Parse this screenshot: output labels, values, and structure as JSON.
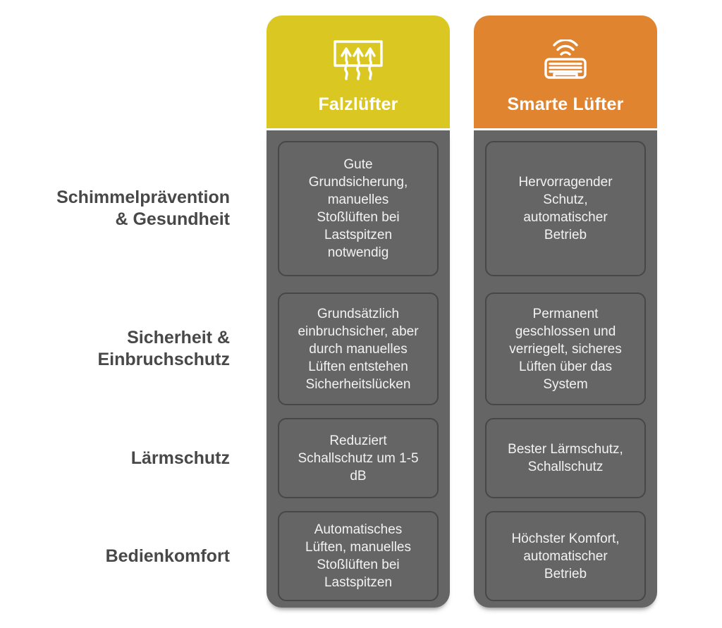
{
  "rows": [
    {
      "label": "Schimmelprävention\n& Gesundheit"
    },
    {
      "label": "Sicherheit &\nEinbruchschutz"
    },
    {
      "label": "Lärmschutz"
    },
    {
      "label": "Bedienkomfort"
    }
  ],
  "columns": [
    {
      "title": "Falzlüfter",
      "icon": "tilt-window-airflow-icon",
      "header_color": "#dbc722",
      "cells": [
        "Gute\nGrundsicherung,\nmanuelles\nStoßlüften bei\nLastspitzen\nnotwendig",
        "Grundsätzlich\neinbruchsicher, aber\ndurch manuelles\nLüften entstehen\nSicherheitslücken",
        "Reduziert\nSchallschutz um 1-5\ndB",
        "Automatisches\nLüften, manuelles\nStoßlüften bei\nLastspitzen"
      ]
    },
    {
      "title": "Smarte Lüfter",
      "icon": "smart-ventilation-unit-wifi-icon",
      "header_color": "#e08430",
      "cells": [
        "Hervorragender\nSchutz,\nautomatischer\nBetrieb",
        "Permanent\ngeschlossen und\nverriegelt, sicheres\nLüften über das\nSystem",
        "Bester Lärmschutz,\nSchallschutz",
        "Höchster Komfort,\nautomatischer\nBetrieb"
      ]
    }
  ],
  "colors": {
    "falzluefter_header": "#dbc722",
    "smarte_luefter_header": "#e08430",
    "panel_background": "#656565",
    "cell_border": "#474747",
    "cell_text": "#f2f2f2",
    "row_label_text": "#484848",
    "header_text": "#ffffff",
    "page_background": "#ffffff"
  }
}
